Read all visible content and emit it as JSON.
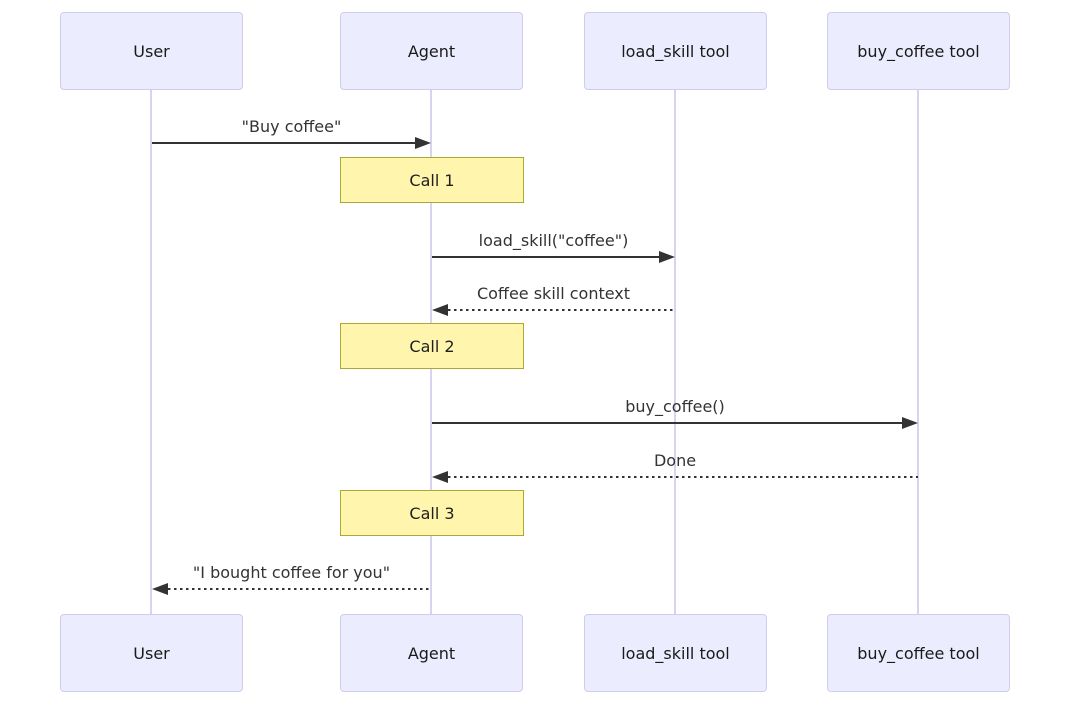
{
  "diagram": {
    "type": "sequence-diagram",
    "participants": [
      {
        "name": "User"
      },
      {
        "name": "Agent"
      },
      {
        "name": "load_skill tool"
      },
      {
        "name": "buy_coffee tool"
      }
    ],
    "events": [
      {
        "kind": "message",
        "from": "User",
        "to": "Agent",
        "style": "solid",
        "label": "\"Buy coffee\""
      },
      {
        "kind": "note",
        "over": "Agent",
        "label": "Call 1"
      },
      {
        "kind": "message",
        "from": "Agent",
        "to": "load_skill tool",
        "style": "solid",
        "label": "load_skill(\"coffee\")"
      },
      {
        "kind": "message",
        "from": "load_skill tool",
        "to": "Agent",
        "style": "dashed",
        "label": "Coffee skill context"
      },
      {
        "kind": "note",
        "over": "Agent",
        "label": "Call 2"
      },
      {
        "kind": "message",
        "from": "Agent",
        "to": "buy_coffee tool",
        "style": "solid",
        "label": "buy_coffee()"
      },
      {
        "kind": "message",
        "from": "buy_coffee tool",
        "to": "Agent",
        "style": "dashed",
        "label": "Done"
      },
      {
        "kind": "note",
        "over": "Agent",
        "label": "Call 3"
      },
      {
        "kind": "message",
        "from": "Agent",
        "to": "User",
        "style": "dashed",
        "label": "\"I bought coffee for you\""
      }
    ],
    "colors": {
      "background": "#FFFFFF",
      "actor_fill": "#ECECFF",
      "actor_border": "#CFCCEC",
      "lifeline": "#D8D3F0",
      "note_fill": "#FFF5AD",
      "note_border": "#AAAA33",
      "message_line": "#333333",
      "message_text": "#333333",
      "actor_text": "#1A1A1A"
    }
  }
}
